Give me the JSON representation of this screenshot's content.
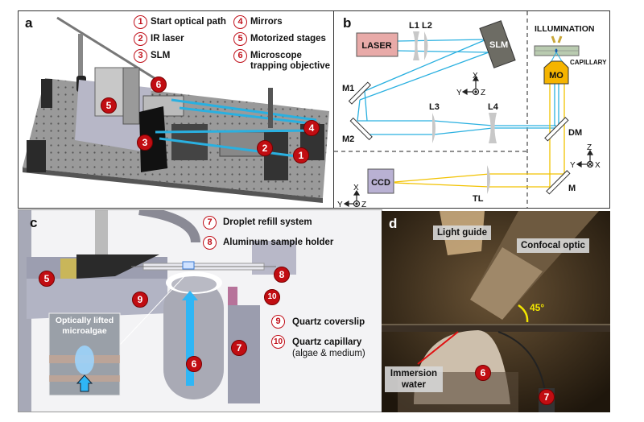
{
  "panel_a": {
    "label": "a",
    "legend": [
      {
        "num": "1",
        "text": "Start optical path"
      },
      {
        "num": "2",
        "text": "IR laser"
      },
      {
        "num": "3",
        "text": "SLM"
      },
      {
        "num": "4",
        "text": "Mirrors"
      },
      {
        "num": "5",
        "text": "Motorized stages"
      },
      {
        "num": "6",
        "text": "Microscope",
        "text2": "trapping objective"
      }
    ],
    "markers": [
      "6",
      "5",
      "3",
      "2",
      "4",
      "1"
    ]
  },
  "panel_b": {
    "label": "b",
    "laser": "LASER",
    "l1": "L1",
    "l2": "L2",
    "slm": "SLM",
    "m1": "M1",
    "m2": "M2",
    "l3": "L3",
    "l4": "L4",
    "illumination": "ILLUMINATION",
    "capillary": "CAPILLARY",
    "mo": "MO",
    "dm": "DM",
    "m": "M",
    "ccd": "CCD",
    "tl": "TL",
    "axes1": {
      "up": "X",
      "left": "Y",
      "center": "Z"
    },
    "axes2": {
      "up": "Z",
      "left": "Y",
      "center": "X"
    },
    "axes3": {
      "up": "X",
      "left": "Y",
      "center": "Z"
    },
    "colors": {
      "ir_beam": "#2ab0e0",
      "visible_beam": "#f2c200",
      "laser_box": "#e8aaa8",
      "ccd_box": "#b9b1d3",
      "mo": "#f5b400",
      "slm": "#6d6c64"
    }
  },
  "panel_c": {
    "label": "c",
    "legend": [
      {
        "num": "7",
        "text": "Droplet refill system"
      },
      {
        "num": "8",
        "text": "Aluminum sample holder"
      },
      {
        "num": "9",
        "text": "Quartz coverslip"
      },
      {
        "num": "10",
        "text": "Quartz capillary",
        "text2": "(algae & medium)"
      }
    ],
    "markers": [
      "5",
      "8",
      "9",
      "10",
      "7",
      "6"
    ],
    "inset_title": "Optically lifted microalgae"
  },
  "panel_d": {
    "label": "d",
    "light_guide": "Light guide",
    "confocal_optic": "Confocal optic",
    "angle": "45°",
    "immersion_water": "Immersion water",
    "markers": [
      "6",
      "7"
    ]
  }
}
